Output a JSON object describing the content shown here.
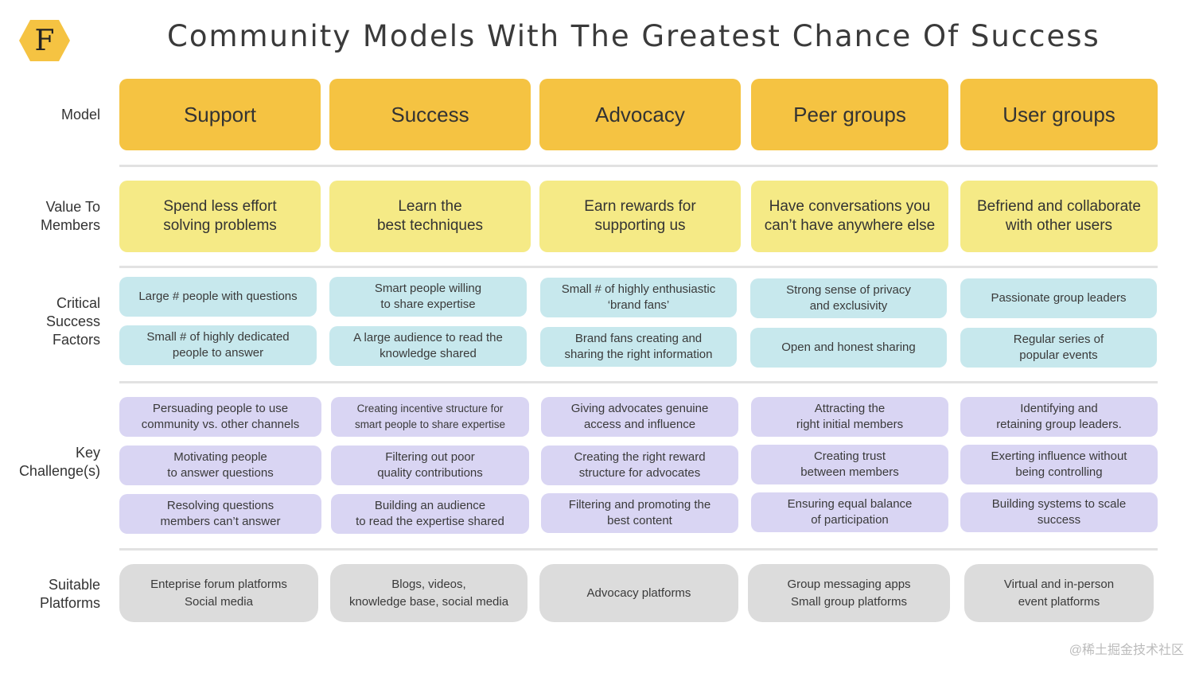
{
  "title": "Community Models With The Greatest Chance Of Success",
  "logo": {
    "letter": "F",
    "color": "#f5c342"
  },
  "row_labels": {
    "model": "Model",
    "value": "Value To\nMembers",
    "factors": "Critical\nSuccess\nFactors",
    "challenges": "Key\nChallenge(s)",
    "platforms": "Suitable\nPlatforms"
  },
  "models": [
    "Support",
    "Success",
    "Advocacy",
    "Peer groups",
    "User groups"
  ],
  "values": [
    "Spend less effort\nsolving problems",
    "Learn the\nbest techniques",
    "Earn rewards for\nsupporting us",
    "Have conversations you\ncan’t have anywhere else",
    "Befriend and collaborate\nwith other users"
  ],
  "factors": [
    [
      "Large # people with questions",
      "Small # of highly dedicated\npeople to answer"
    ],
    [
      "Smart people willing\nto share expertise",
      "A large audience to read the\nknowledge shared"
    ],
    [
      "Small # of highly enthusiastic\n‘brand fans’",
      "Brand fans creating and\nsharing the right information"
    ],
    [
      "Strong sense of privacy\nand exclusivity",
      "Open and honest sharing"
    ],
    [
      "Passionate group leaders",
      "Regular series of\npopular events"
    ]
  ],
  "challenges": [
    [
      "Persuading people to use\ncommunity vs. other channels",
      "Motivating people\nto answer questions",
      "Resolving questions\nmembers can’t answer"
    ],
    [
      "Creating incentive structure for\nsmart people to share expertise",
      "Filtering out poor\nquality contributions",
      "Building an audience\nto read the expertise shared"
    ],
    [
      "Giving advocates genuine\naccess and influence",
      "Creating the right reward\nstructure for advocates",
      "Filtering and promoting the\nbest content"
    ],
    [
      "Attracting the\nright initial members",
      "Creating trust\nbetween members",
      "Ensuring equal balance\nof participation"
    ],
    [
      "Identifying and\nretaining group leaders.",
      "Exerting influence without\nbeing controlling",
      "Building systems to scale\nsuccess"
    ]
  ],
  "platforms": [
    "Enteprise forum platforms\nSocial media",
    "Blogs, videos,\nknowledge base, social media",
    "Advocacy platforms",
    "Group messaging apps\nSmall group platforms",
    "Virtual and in-person\nevent platforms"
  ],
  "watermark": "@稀土掘金技术社区",
  "colors": {
    "model": "#f5c342",
    "value": "#f5ea86",
    "factor": "#c7e8ed",
    "challenge": "#d9d5f3",
    "platform": "#dcdcdc"
  }
}
